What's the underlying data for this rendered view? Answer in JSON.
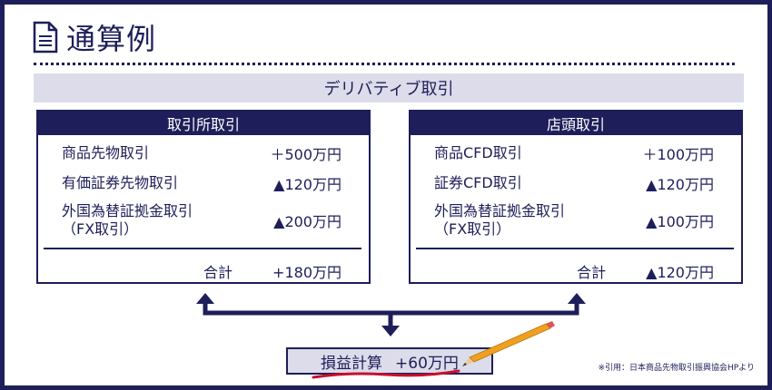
{
  "title": "通算例",
  "band": "デリバティブ取引",
  "left_box": {
    "header": "取引所取引",
    "rows": [
      {
        "label": "商品先物取引",
        "value": "＋500万円"
      },
      {
        "label": "有価証券先物取引",
        "value": "▲120万円"
      },
      {
        "label_line1": "外国為替証拠金取引",
        "label_line2": "（FX取引）",
        "value": "▲200万円"
      }
    ],
    "total_label": "合計",
    "total_value": "+180万円"
  },
  "right_box": {
    "header": "店頭取引",
    "rows": [
      {
        "label": "商品CFD取引",
        "value": "＋100万円"
      },
      {
        "label": "証券CFD取引",
        "value": "▲120万円"
      },
      {
        "label_line1": "外国為替証拠金取引",
        "label_line2": "（FX取引）",
        "value": "▲100万円"
      }
    ],
    "total_label": "合計",
    "total_value": "▲120万円"
  },
  "result": {
    "label": "損益計算",
    "value": "+60万円"
  },
  "note": "※引用：日本商品先物取引振興協会HPより",
  "colors": {
    "navy": "#1e1e5a",
    "band_bg": "#dcdcea",
    "underline_red": "#c8102e",
    "pencil_body": "#f0a020"
  }
}
